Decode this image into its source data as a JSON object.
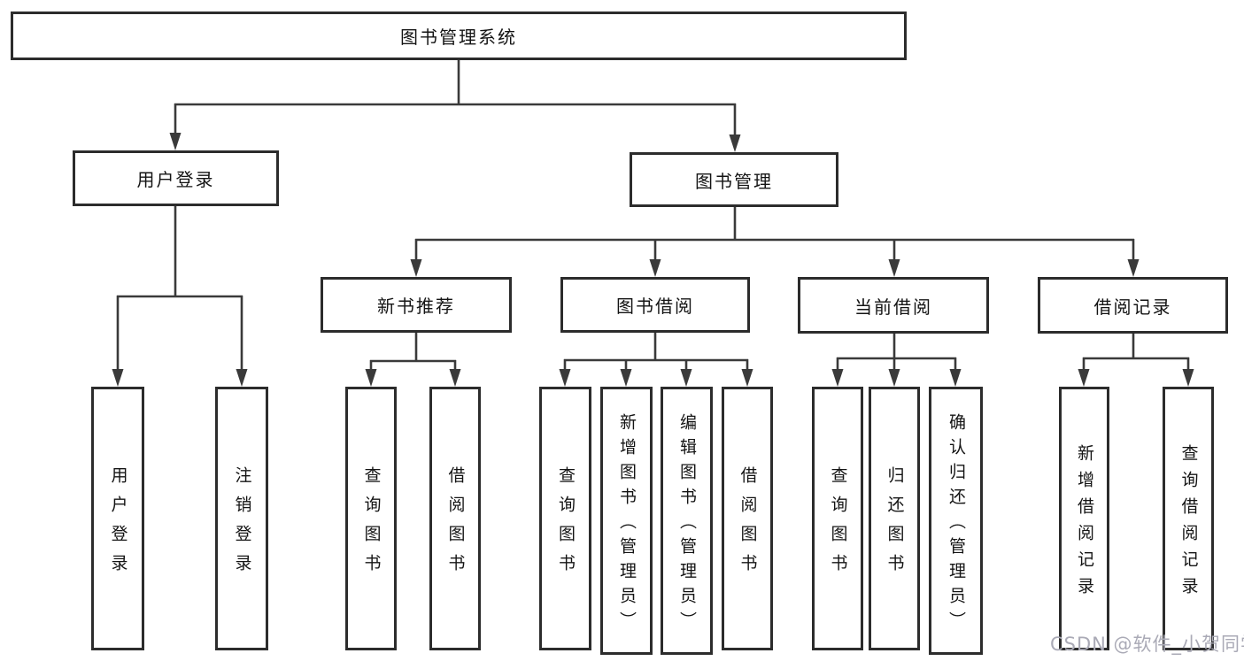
{
  "tree": {
    "label": "图书管理系统",
    "children": [
      {
        "label": "用户登录",
        "children": [
          {
            "label": "用户登录"
          },
          {
            "label": "注销登录"
          }
        ]
      },
      {
        "label": "图书管理",
        "children": [
          {
            "label": "新书推荐",
            "children": [
              {
                "label": "查询图书"
              },
              {
                "label": "借阅图书"
              }
            ]
          },
          {
            "label": "图书借阅",
            "children": [
              {
                "label": "查询图书"
              },
              {
                "label": "新增图书（管理员）"
              },
              {
                "label": "编辑图书（管理员）"
              },
              {
                "label": "借阅图书"
              }
            ]
          },
          {
            "label": "当前借阅",
            "children": [
              {
                "label": "查询图书"
              },
              {
                "label": "归还图书"
              },
              {
                "label": "确认归还（管理员）"
              }
            ]
          },
          {
            "label": "借阅记录",
            "children": [
              {
                "label": "新增借阅记录"
              },
              {
                "label": "查询借阅记录"
              }
            ]
          }
        ]
      }
    ]
  },
  "watermark": {
    "text": "CSDN @软件_小贺同学"
  },
  "colors": {
    "line": "#3a3a3a",
    "box_border": "#2c2c2c",
    "text": "#141414",
    "watermark": "#aaaab6"
  }
}
